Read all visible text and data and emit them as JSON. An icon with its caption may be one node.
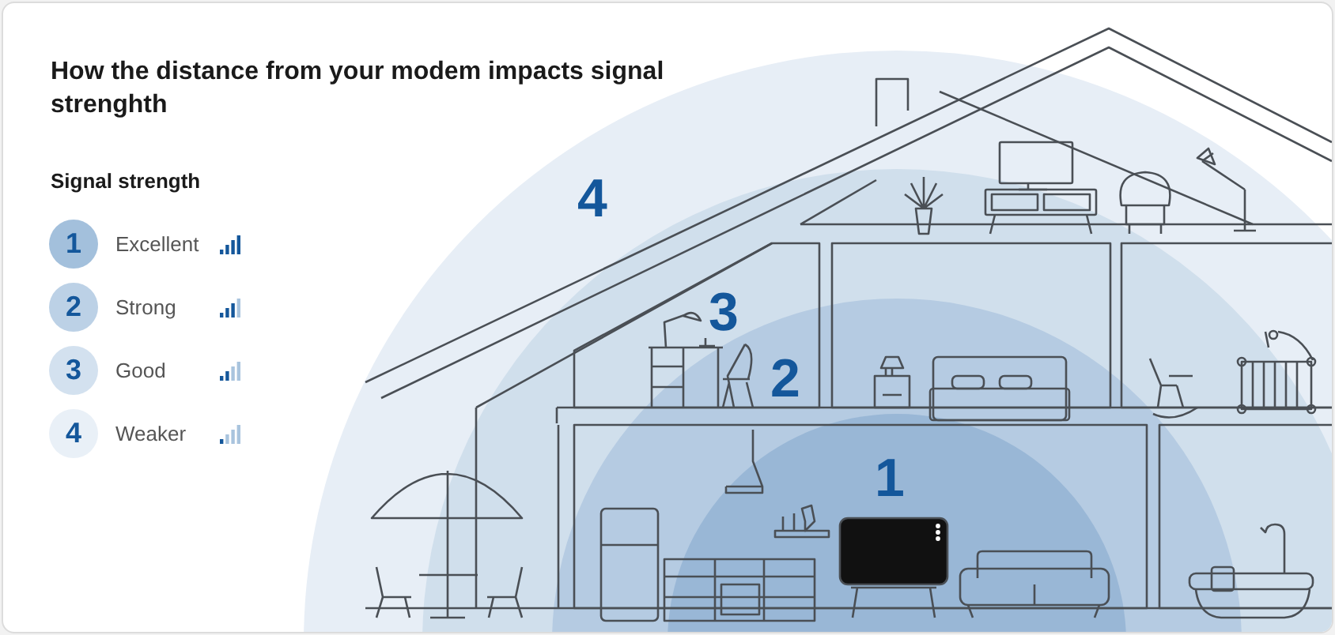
{
  "diagram": {
    "title": "How the distance from your modem impacts signal strenghth",
    "labels": [
      "Signal strength",
      "1",
      "2",
      "3",
      "4",
      "4",
      "3",
      "2",
      "1"
    ],
    "legend": [
      {
        "text": "Excellent",
        "color": "#a3c0dc"
      },
      {
        "text": "Strong",
        "color": "#bcd1e6"
      },
      {
        "text": "Good",
        "color": "#d3e1ef"
      },
      {
        "text": "Weaker",
        "color": "#e9f0f7"
      }
    ]
  }
}
